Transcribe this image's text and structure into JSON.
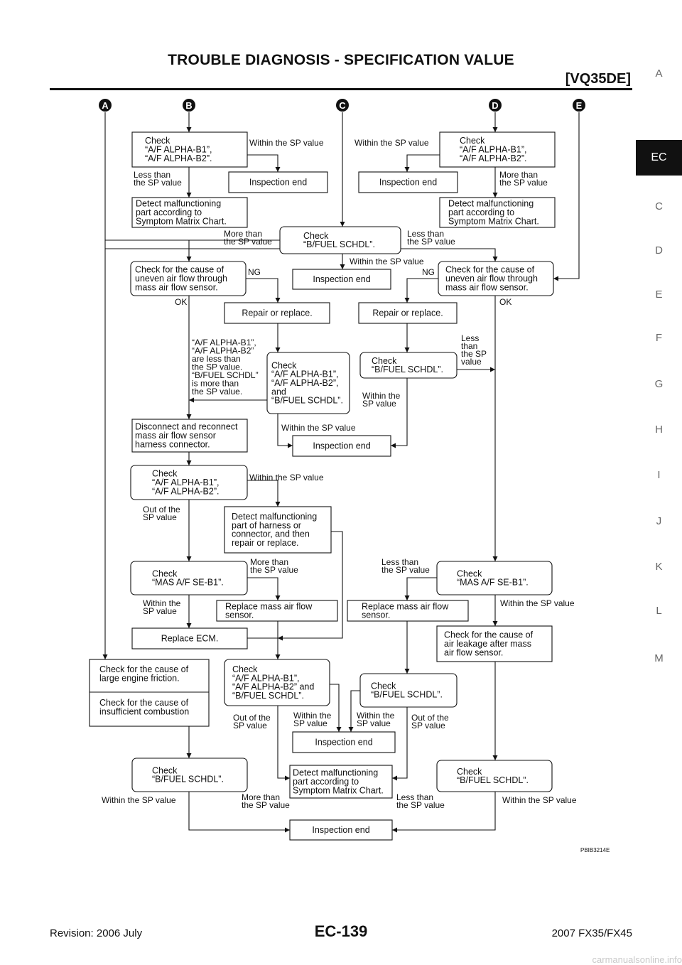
{
  "header": {
    "title": "TROUBLE DIAGNOSIS - SPECIFICATION VALUE",
    "subtitle": "[VQ35DE]"
  },
  "side_tabs": [
    {
      "label": "A",
      "active": false
    },
    {
      "label": "EC",
      "active": true
    },
    {
      "label": "C",
      "active": false
    },
    {
      "label": "D",
      "active": false
    },
    {
      "label": "E",
      "active": false
    },
    {
      "label": "F",
      "active": false
    },
    {
      "label": "G",
      "active": false
    },
    {
      "label": "H",
      "active": false
    },
    {
      "label": "I",
      "active": false
    },
    {
      "label": "J",
      "active": false
    },
    {
      "label": "K",
      "active": false
    },
    {
      "label": "L",
      "active": false
    },
    {
      "label": "M",
      "active": false
    }
  ],
  "footer": {
    "left": "Revision: 2006 July",
    "center": "EC-139",
    "right": "2007 FX35/FX45"
  },
  "figure_id": "PBIB3214E",
  "watermark": "carmanualsonline.info",
  "diagram": {
    "markers": [
      "A",
      "B",
      "C",
      "D",
      "E"
    ],
    "boxes": [
      {
        "id": "b1",
        "lines": [
          "Check",
          "“A/F ALPHA-B1”,",
          "“A/F ALPHA-B2”."
        ]
      },
      {
        "id": "b2",
        "lines": [
          "Inspection end"
        ]
      },
      {
        "id": "b3",
        "lines": [
          "Detect malfunctioning",
          "part according to",
          "Symptom Matrix Chart."
        ]
      },
      {
        "id": "d1",
        "lines": [
          "Check",
          "“A/F ALPHA-B1”,",
          "“A/F ALPHA-B2”."
        ]
      },
      {
        "id": "d2",
        "lines": [
          "Inspection end"
        ]
      },
      {
        "id": "d3",
        "lines": [
          "Detect malfunctioning",
          "part according to",
          "Symptom Matrix Chart."
        ]
      },
      {
        "id": "c1",
        "lines": [
          "Check",
          "“B/FUEL SCHDL”."
        ]
      },
      {
        "id": "c2",
        "lines": [
          "Inspection end"
        ]
      },
      {
        "id": "l1",
        "lines": [
          "Check for the cause of",
          "uneven air flow through",
          "mass air flow sensor."
        ]
      },
      {
        "id": "l2",
        "lines": [
          "Repair or replace."
        ]
      },
      {
        "id": "l3",
        "lines": [
          "Check",
          "“A/F ALPHA-B1”,",
          "“A/F ALPHA-B2”,",
          "and",
          "“B/FUEL SCHDL”."
        ]
      },
      {
        "id": "r1",
        "lines": [
          "Check for the cause of",
          "uneven air flow through",
          "mass air flow sensor."
        ]
      },
      {
        "id": "r2",
        "lines": [
          "Repair or replace."
        ]
      },
      {
        "id": "r3",
        "lines": [
          "Check",
          "“B/FUEL SCHDL”."
        ]
      },
      {
        "id": "l4",
        "lines": [
          "Disconnect and reconnect",
          "mass air flow sensor",
          "harness connector."
        ]
      },
      {
        "id": "m1",
        "lines": [
          "Inspection end"
        ]
      },
      {
        "id": "l5",
        "lines": [
          "Check",
          "“A/F ALPHA-B1”,",
          "“A/F ALPHA-B2”."
        ]
      },
      {
        "id": "l6",
        "lines": [
          "Detect malfunctioning",
          "part of harness or",
          "connector, and then",
          "repair or replace."
        ]
      },
      {
        "id": "l7",
        "lines": [
          "Check",
          "“MAS A/F SE-B1”."
        ]
      },
      {
        "id": "l8",
        "lines": [
          "Replace mass air flow",
          "sensor."
        ]
      },
      {
        "id": "l9",
        "lines": [
          "Replace ECM."
        ]
      },
      {
        "id": "r4",
        "lines": [
          "Check",
          "“MAS A/F SE-B1”."
        ]
      },
      {
        "id": "r5",
        "lines": [
          "Replace mass air flow",
          "sensor."
        ]
      },
      {
        "id": "r6",
        "lines": [
          "Check for the cause of",
          "air leakage after mass",
          "air flow sensor."
        ]
      },
      {
        "id": "f1",
        "lines": [
          "Check for the cause of",
          "large engine friction."
        ],
        "lines2": [
          "Check for the cause of",
          "insufficient combustion"
        ]
      },
      {
        "id": "m2",
        "lines": [
          "Check",
          "“A/F ALPHA-B1”,",
          "“A/F ALPHA-B2” and",
          "“B/FUEL SCHDL”."
        ]
      },
      {
        "id": "m3",
        "lines": [
          "Check",
          "“B/FUEL SCHDL”."
        ]
      },
      {
        "id": "m4",
        "lines": [
          "Inspection end"
        ]
      },
      {
        "id": "f2",
        "lines": [
          "Check",
          "“B/FUEL SCHDL”."
        ]
      },
      {
        "id": "m5",
        "lines": [
          "Detect malfunctioning",
          "part  according to",
          "Symptom Matrix Chart."
        ]
      },
      {
        "id": "r7",
        "lines": [
          "Check",
          "“B/FUEL SCHDL”."
        ]
      },
      {
        "id": "m6",
        "lines": [
          "Inspection end"
        ]
      }
    ],
    "labels": [
      {
        "id": "t1",
        "lines": [
          "Within the SP value"
        ]
      },
      {
        "id": "t2",
        "lines": [
          "Less than",
          "the SP value"
        ]
      },
      {
        "id": "t3",
        "lines": [
          "Within the SP value"
        ]
      },
      {
        "id": "t4",
        "lines": [
          "More than",
          "the SP value"
        ]
      },
      {
        "id": "t5",
        "lines": [
          "More than",
          "the SP value"
        ]
      },
      {
        "id": "t6",
        "lines": [
          "Less than",
          "the SP value"
        ]
      },
      {
        "id": "t7",
        "lines": [
          "Within the SP value"
        ]
      },
      {
        "id": "t8",
        "lines": [
          "NG"
        ]
      },
      {
        "id": "t9",
        "lines": [
          "NG"
        ]
      },
      {
        "id": "t10",
        "lines": [
          "OK"
        ]
      },
      {
        "id": "t11",
        "lines": [
          "OK"
        ]
      },
      {
        "id": "t12",
        "lines": [
          "“A/F ALPHA-B1”,",
          "“A/F ALPHA-B2”",
          "are less than",
          "the SP value.",
          "“B/FUEL SCHDL”",
          "is more than",
          "the SP value."
        ]
      },
      {
        "id": "t13",
        "lines": [
          "Less",
          "than",
          "the SP",
          "value"
        ]
      },
      {
        "id": "t14",
        "lines": [
          "Within the",
          "SP value"
        ]
      },
      {
        "id": "t15",
        "lines": [
          "Within the SP value"
        ]
      },
      {
        "id": "t16",
        "lines": [
          "Within the SP value"
        ]
      },
      {
        "id": "t17",
        "lines": [
          "Out of the",
          "SP value"
        ]
      },
      {
        "id": "t18",
        "lines": [
          "More than",
          "the SP value"
        ]
      },
      {
        "id": "t19",
        "lines": [
          "Less than",
          "the SP value"
        ]
      },
      {
        "id": "t20",
        "lines": [
          "Within the",
          "SP value"
        ]
      },
      {
        "id": "t21",
        "lines": [
          "Within the SP value"
        ]
      },
      {
        "id": "t22",
        "lines": [
          "Out of the",
          "SP value"
        ]
      },
      {
        "id": "t23",
        "lines": [
          "Within the",
          "SP value"
        ]
      },
      {
        "id": "t24",
        "lines": [
          "Within the",
          "SP value"
        ]
      },
      {
        "id": "t25",
        "lines": [
          "Out of the",
          "SP value"
        ]
      },
      {
        "id": "t26",
        "lines": [
          "Within the SP value"
        ]
      },
      {
        "id": "t27",
        "lines": [
          "More than",
          "the SP value"
        ]
      },
      {
        "id": "t28",
        "lines": [
          "Less than",
          "the SP value"
        ]
      },
      {
        "id": "t29",
        "lines": [
          "Within the SP value"
        ]
      }
    ]
  }
}
